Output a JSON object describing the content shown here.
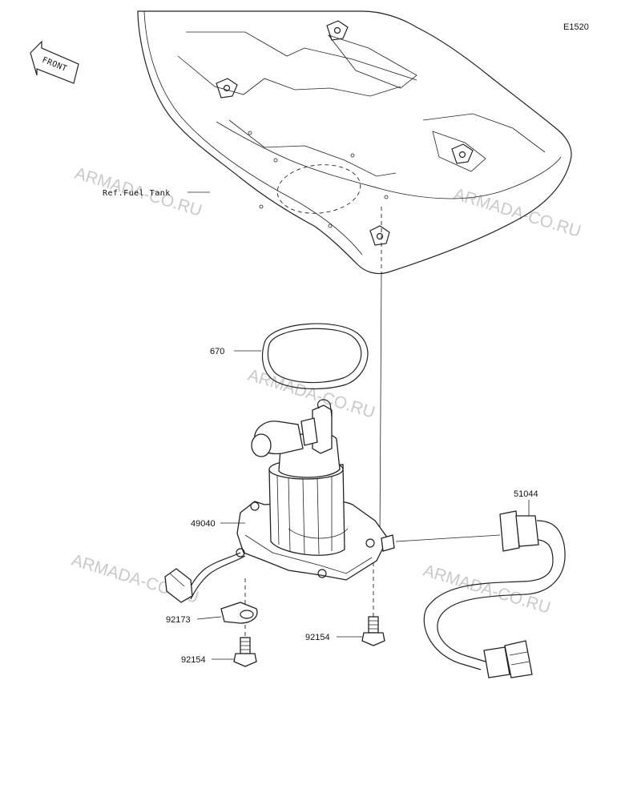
{
  "diagram_code": "E1520",
  "front_badge": "FRONT",
  "ref_label": "Ref.Fuel Tank",
  "watermark": "ARMADA-CO.RU",
  "parts": {
    "gasket": "670",
    "pump": "49040",
    "hose": "51044",
    "plate": "92173",
    "bolt_left": "92154",
    "bolt_right": "92154"
  }
}
